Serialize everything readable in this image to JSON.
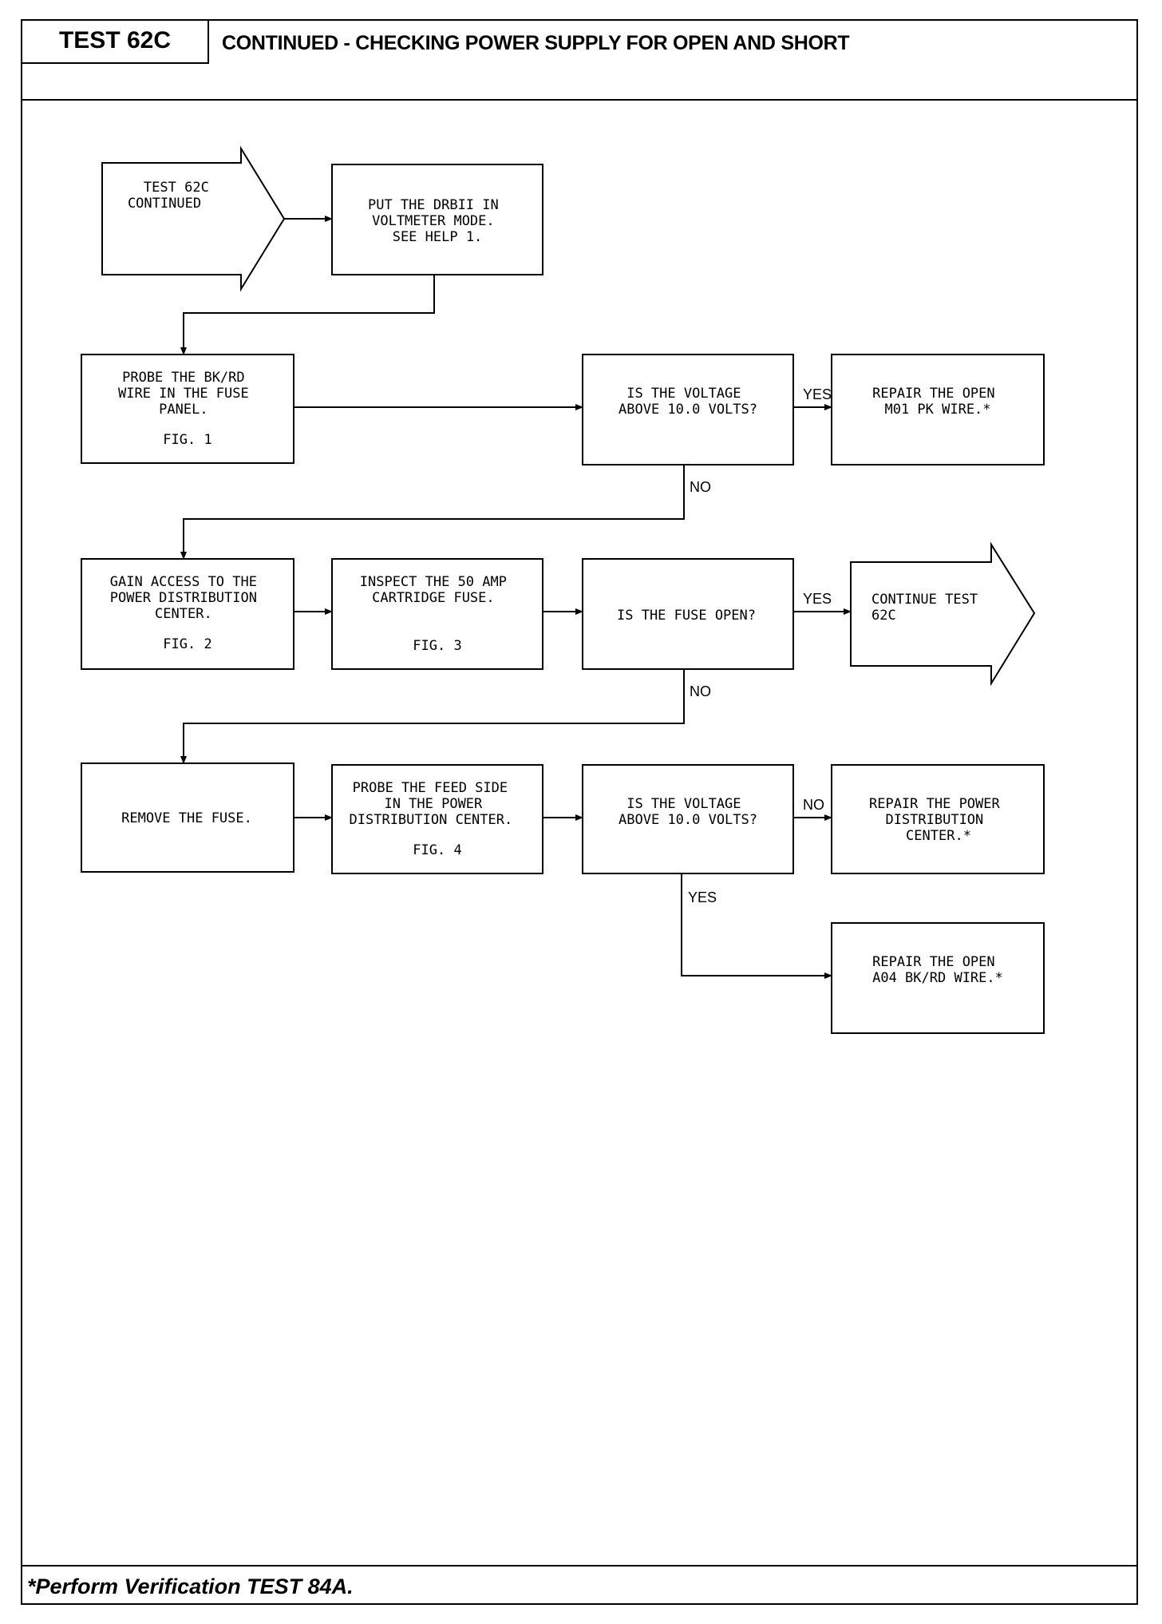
{
  "header": {
    "test_id": "TEST 62C",
    "title": "CONTINUED - CHECKING POWER SUPPLY FOR OPEN AND SHORT"
  },
  "footer": {
    "note": "*Perform Verification TEST 84A."
  },
  "nodes": {
    "start": {
      "lines": [
        "TEST 62C",
        "CONTINUED"
      ]
    },
    "voltmeter": {
      "lines": [
        "PUT THE DRBII IN",
        "VOLTMETER MODE.",
        "SEE HELP 1."
      ]
    },
    "probe_bkrd": {
      "lines": [
        "PROBE THE BK/RD",
        "WIRE IN THE FUSE",
        "PANEL."
      ],
      "fig": "FIG. 1"
    },
    "voltage_q1": {
      "lines": [
        "IS THE VOLTAGE",
        "ABOVE 10.0 VOLTS?"
      ]
    },
    "repair_m01": {
      "lines": [
        "REPAIR THE OPEN",
        "M01 PK WIRE.*"
      ]
    },
    "gain_access": {
      "lines": [
        "GAIN ACCESS TO THE",
        "POWER DISTRIBUTION",
        "CENTER."
      ],
      "fig": "FIG. 2"
    },
    "inspect_fuse": {
      "lines": [
        "INSPECT THE 50 AMP",
        "CARTRIDGE FUSE."
      ],
      "fig": "FIG. 3"
    },
    "fuse_q": {
      "lines": [
        "IS THE FUSE OPEN?"
      ]
    },
    "continue_test": {
      "lines": [
        "CONTINUE TEST",
        "62C"
      ]
    },
    "remove_fuse": {
      "lines": [
        "REMOVE THE FUSE."
      ]
    },
    "probe_feed": {
      "lines": [
        "PROBE THE FEED SIDE",
        "IN THE POWER",
        "DISTRIBUTION CENTER."
      ],
      "fig": "FIG. 4"
    },
    "voltage_q2": {
      "lines": [
        "IS THE VOLTAGE",
        "ABOVE 10.0 VOLTS?"
      ]
    },
    "repair_pdc": {
      "lines": [
        "REPAIR THE POWER",
        "DISTRIBUTION",
        "CENTER.*"
      ]
    },
    "repair_a04": {
      "lines": [
        "REPAIR THE OPEN",
        "A04 BK/RD WIRE.*"
      ]
    }
  },
  "branches": {
    "q1_yes": "YES",
    "q1_no": "NO",
    "fuse_yes": "YES",
    "fuse_no": "NO",
    "q2_no": "NO",
    "q2_yes": "YES"
  }
}
